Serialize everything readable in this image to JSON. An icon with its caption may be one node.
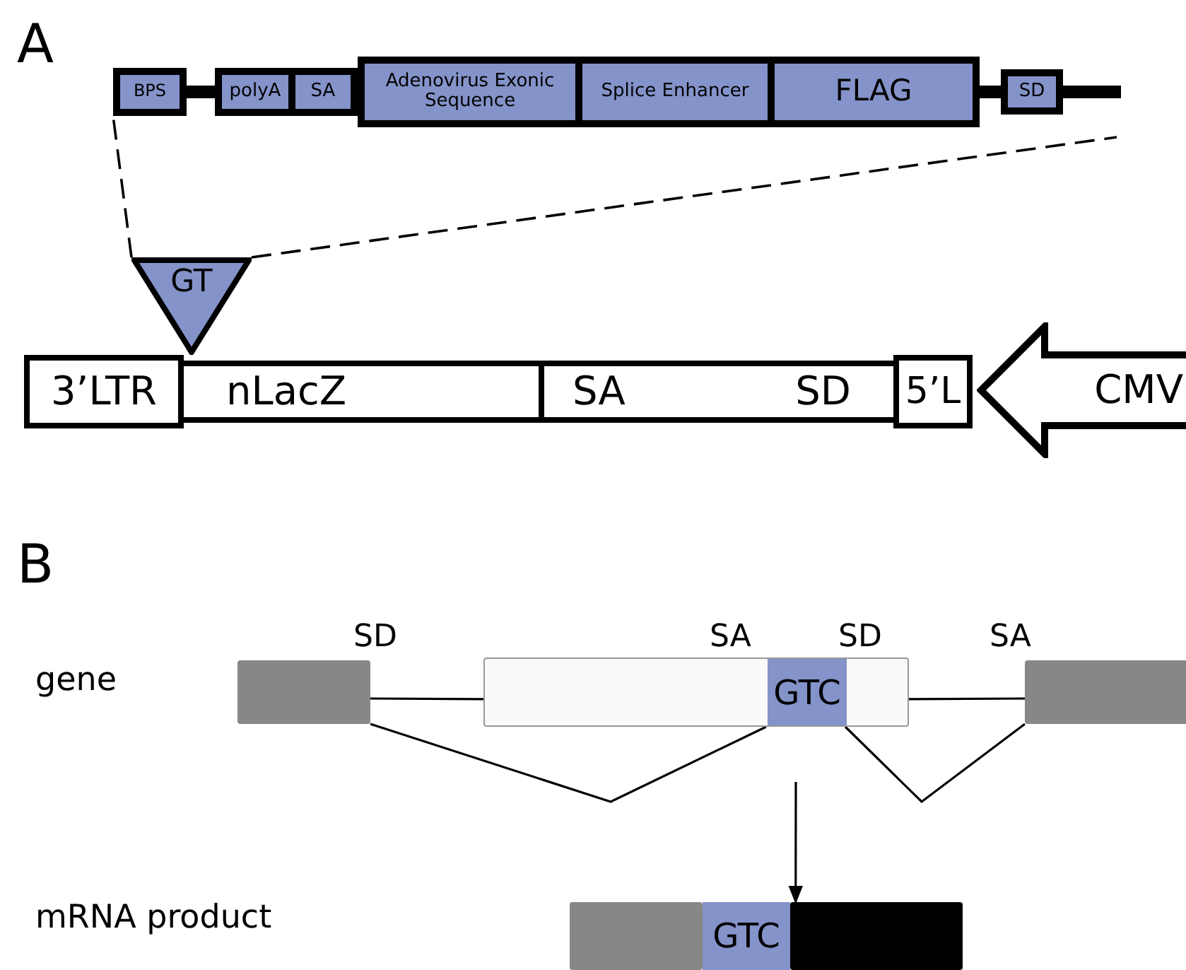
{
  "diagram": {
    "nodes": [
      {
        "text": [
          "BPS"
        ]
      },
      {
        "text": [
          "polyA"
        ]
      },
      {
        "text": [
          "SA"
        ]
      },
      {
        "text": [
          "Adenovirus Exonic Sequence"
        ]
      },
      {
        "text": [
          "Splice Enhancer"
        ]
      },
      {
        "text": [
          "FLAG"
        ]
      },
      {
        "text": [
          "SD"
        ]
      },
      {
        "text": [
          "GT"
        ]
      },
      {
        "text": [
          "3’LTR"
        ]
      },
      {
        "text": [
          "nLacZ"
        ]
      },
      {
        "text": [
          "SA",
          "SD"
        ]
      },
      {
        "text": [
          "5’L"
        ]
      },
      {
        "text": [
          "CMV"
        ]
      },
      {
        "text": [],
        "shape": "box",
        "beside": [
          "SD"
        ]
      },
      {
        "text": [],
        "shape": "box"
      },
      {
        "text": [
          "GTC"
        ],
        "in": 14,
        "beside": [
          "SA",
          "SD"
        ]
      },
      {
        "text": [],
        "shape": "box",
        "beside": [
          "SA"
        ]
      },
      {
        "text": [],
        "shape": "bar"
      },
      {
        "text": [],
        "shape": "box",
        "in": 17
      },
      {
        "text": [
          "GTC"
        ],
        "in": 17
      },
      {
        "text": [],
        "shape": "box",
        "in": 17
      }
    ],
    "edges": [
      {
        "from": 7,
        "to": 0,
        "arrow": "none",
        "style": "dashed"
      },
      {
        "from": 7,
        "to": null,
        "arrow": "none",
        "style": "dashed"
      },
      {
        "from": 0,
        "to": 1,
        "arrow": "none",
        "style": "thick"
      },
      {
        "from": 5,
        "to": 6,
        "arrow": "none",
        "style": "thick"
      },
      {
        "from": 6,
        "to": null,
        "arrow": "none",
        "style": "thick"
      },
      {
        "from": 13,
        "to": 14,
        "arrow": "none"
      },
      {
        "from": 14,
        "to": 16,
        "arrow": "none"
      },
      {
        "from": 13,
        "to": 15,
        "arrow": "none"
      },
      {
        "from": 15,
        "to": 16,
        "arrow": "none"
      },
      {
        "from": null,
        "to": 17,
        "arrow": "to"
      }
    ],
    "labels": [
      "A",
      "B",
      "gene",
      "mRNA product"
    ]
  }
}
